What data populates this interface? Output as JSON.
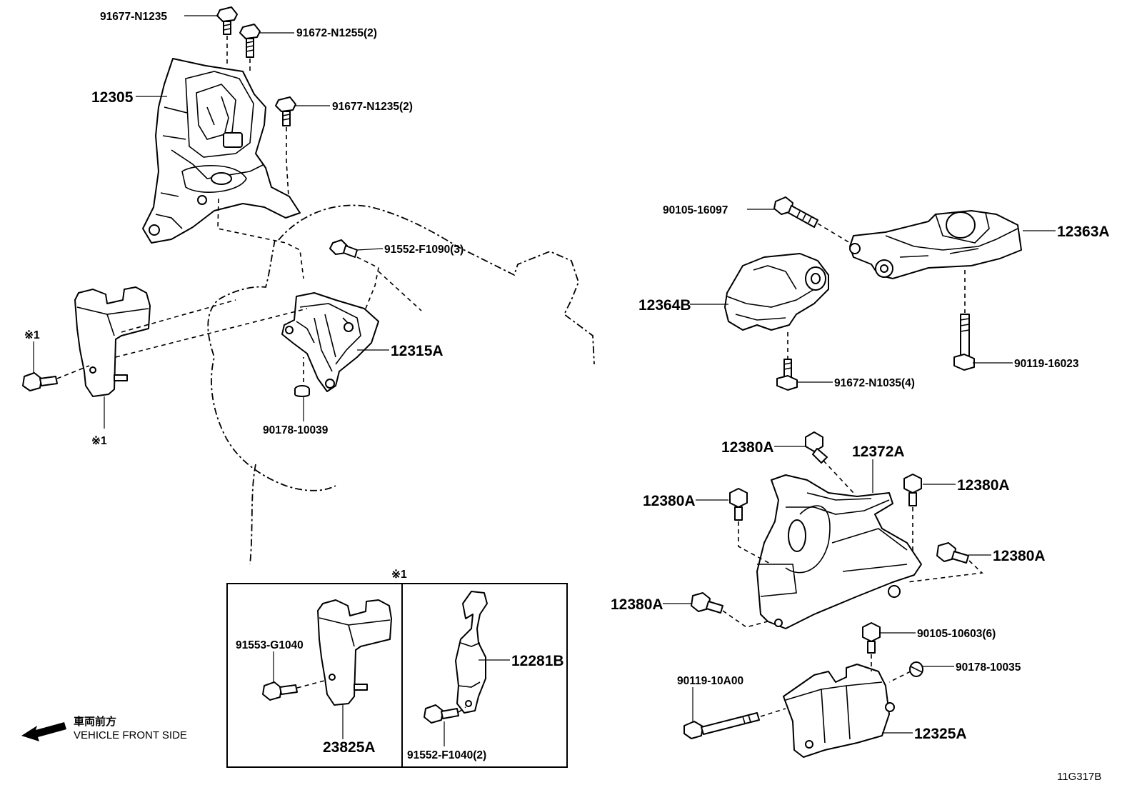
{
  "diagram_id": "11G317B",
  "front_note": {
    "jp": "車両前方",
    "en": "VEHICLE FRONT SIDE"
  },
  "inset_marker": "※1",
  "callouts": {
    "c_91677_n1235": "91677-N1235",
    "c_91672_n1255": "91672-N1255(2)",
    "c_12305": "12305",
    "c_91677_n1235_2": "91677-N1235(2)",
    "c_91552_f1090": "91552-F1090(3)",
    "c_12315a": "12315A",
    "c_90178_10039": "90178-10039",
    "c_mark_a": "※1",
    "c_mark_b": "※1",
    "c_90105_16097": "90105-16097",
    "c_12363a": "12363A",
    "c_12364b": "12364B",
    "c_90119_16023": "90119-16023",
    "c_91672_n1035": "91672-N1035(4)",
    "c_12380a_1": "12380A",
    "c_12372a": "12372A",
    "c_12380a_2": "12380A",
    "c_12380a_3": "12380A",
    "c_12380a_4": "12380A",
    "c_12380a_5": "12380A",
    "c_90105_10603": "90105-10603(6)",
    "c_90178_10035": "90178-10035",
    "c_90119_10a00": "90119-10A00",
    "c_12325a": "12325A",
    "c_91553_g1040": "91553-G1040",
    "c_12281b": "12281B",
    "c_23825a": "23825A",
    "c_91552_f1040": "91552-F1040(2)"
  }
}
